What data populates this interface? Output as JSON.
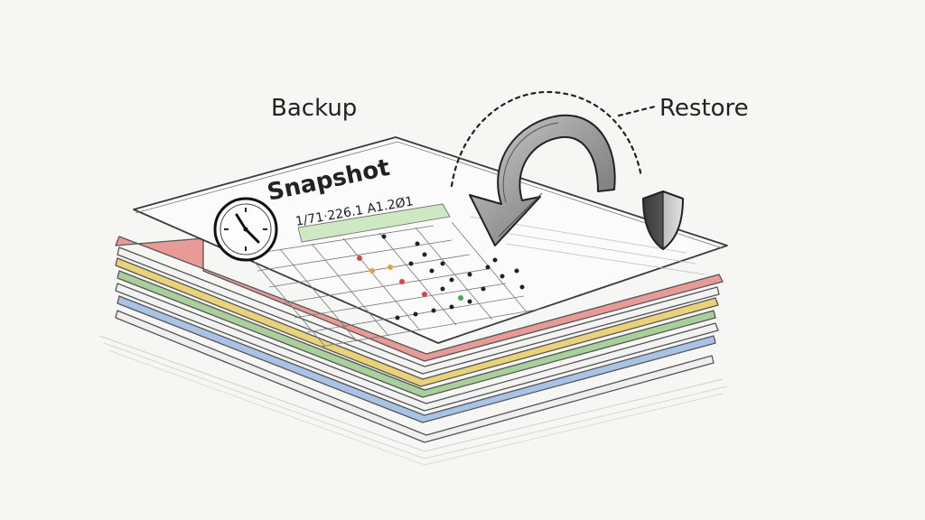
{
  "labels": {
    "backup": "Backup",
    "restore": "Restore",
    "snapshot_title": "Snapshot",
    "snapshot_timestamp": "1/71·226.1 A1.2Ø1"
  },
  "icons": {
    "clock": "clock-icon",
    "shield": "shield-icon",
    "arrow": "curved-arrow-icon"
  },
  "colors": {
    "sheet_red": "#e89a97",
    "sheet_yellow": "#e9d27a",
    "sheet_green": "#a9cf9a",
    "sheet_blue": "#a9c3e6",
    "header_green": "#cfe8c4",
    "ink": "#222222",
    "dot_red": "#d9473a",
    "dot_orange": "#e6a23c",
    "dot_green": "#4aa84f"
  }
}
